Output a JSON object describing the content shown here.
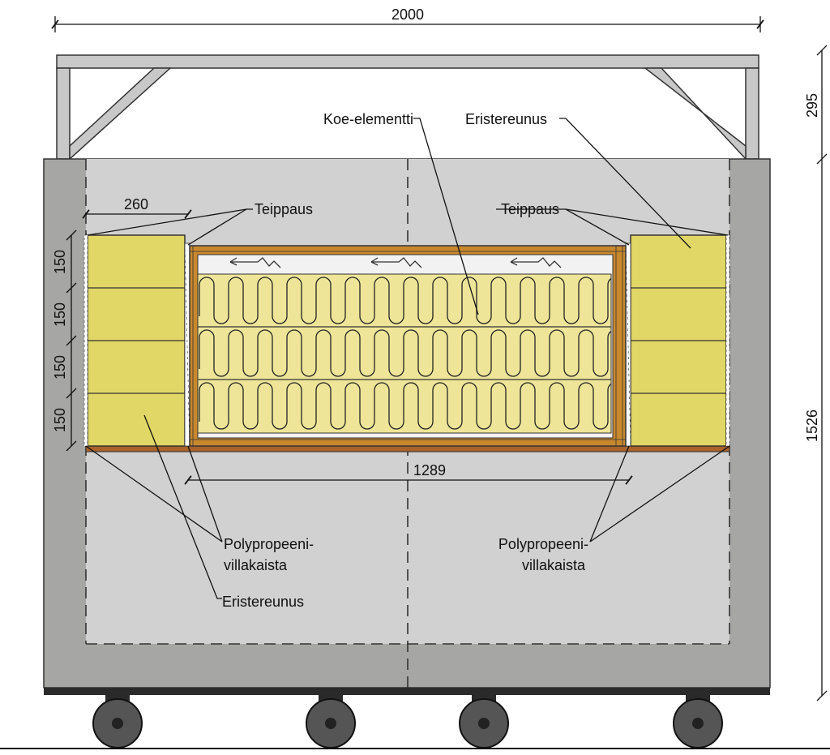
{
  "dimensions": {
    "total_width": "2000",
    "truss_height": "295",
    "furnace_height": "1526",
    "insulation_width": "260",
    "element_width": "1289",
    "layer_heights": [
      "150",
      "150",
      "150",
      "150"
    ]
  },
  "labels": {
    "test_element": "Koe-elementti",
    "insulation_edge_top": "Eristereunus",
    "taping_left": "Teippaus",
    "taping_right": "Teippaus",
    "pp_wool_left_line1": "Polypropeeni-",
    "pp_wool_left_line2": "villakaista",
    "pp_wool_right_line1": "Polypropeeni-",
    "pp_wool_right_line2": "villakaista",
    "insulation_edge_bottom": "Eristereunus"
  },
  "colors": {
    "furnace_wall": "#a6a6a4",
    "furnace_interior": "#d1d1d1",
    "truss": "#c8c8c8",
    "insulation_block": "#e1d766",
    "wool": "#efe598",
    "wood_frame": "#c8882e",
    "base_beam": "#a8622a",
    "rail": "#2a2a2a",
    "wheel": "#555555"
  }
}
